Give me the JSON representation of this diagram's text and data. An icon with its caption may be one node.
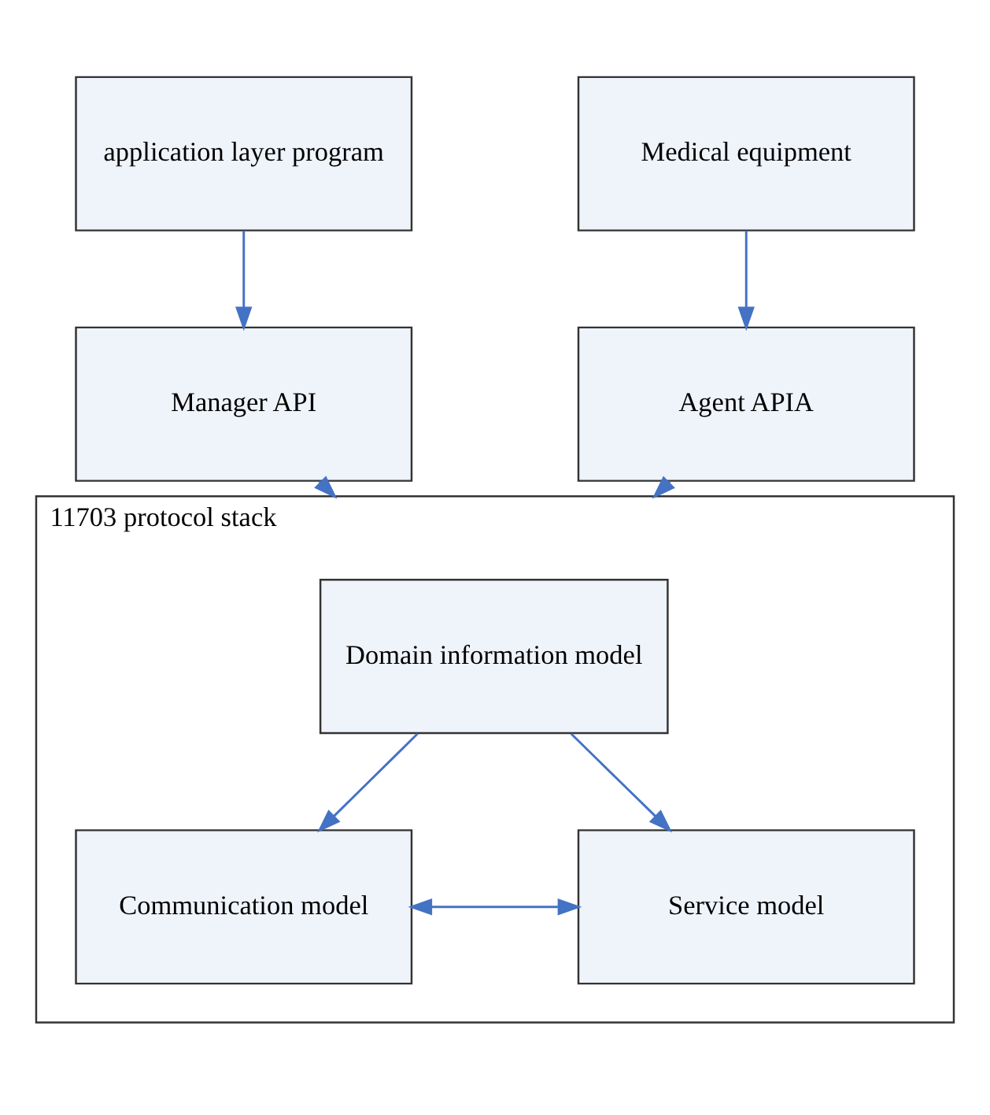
{
  "diagram": {
    "nodes": [
      {
        "text": [
          "application layer program"
        ]
      },
      {
        "text": [
          "Medical equipment"
        ]
      },
      {
        "text": [
          "Manager API"
        ]
      },
      {
        "text": [
          "Agent APIA"
        ]
      },
      {
        "text": [
          "11703 protocol stack"
        ]
      },
      {
        "text": [
          "Domain information model"
        ],
        "in": 4
      },
      {
        "text": [
          "Communication model"
        ],
        "in": 4
      },
      {
        "text": [
          "Service model"
        ],
        "in": 4
      }
    ],
    "edges": [
      {
        "from": 0,
        "to": 2,
        "arrow": "to"
      },
      {
        "from": 1,
        "to": 3,
        "arrow": "to"
      },
      {
        "from": 2,
        "to": 4,
        "arrow": "to"
      },
      {
        "from": 3,
        "to": 4,
        "arrow": "to"
      },
      {
        "from": 5,
        "to": 6,
        "arrow": "to"
      },
      {
        "from": 5,
        "to": 7,
        "arrow": "to"
      },
      {
        "from": 6,
        "to": 7,
        "arrow": "both"
      }
    ]
  }
}
